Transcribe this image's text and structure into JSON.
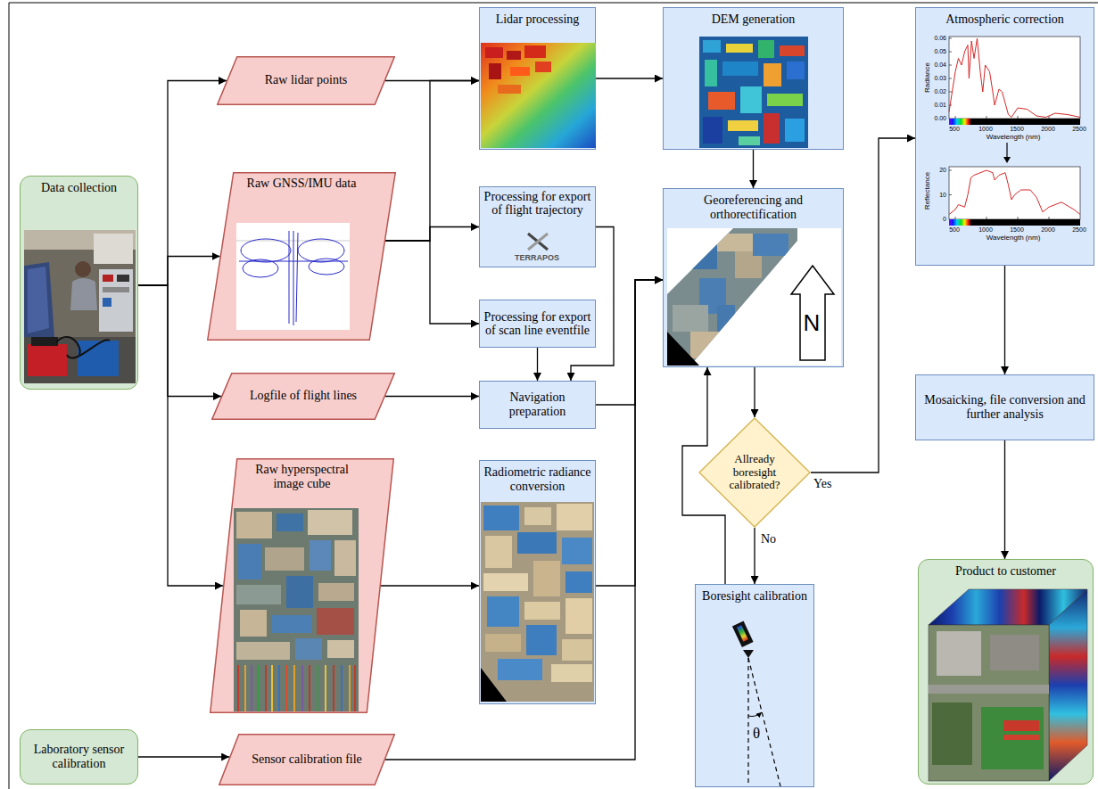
{
  "diagram": {
    "nodes": [
      {
        "text": [
          "Data collection"
        ]
      },
      {
        "text": [
          "Raw lidar points"
        ]
      },
      {
        "text": [
          "Raw GNSS/IMU data"
        ]
      },
      {
        "text": [
          "Logfile of flight lines"
        ]
      },
      {
        "text": [
          "Raw hyperspectral image cube"
        ]
      },
      {
        "text": [
          "Laboratory sensor calibration"
        ]
      },
      {
        "text": [
          "Sensor calibration file"
        ]
      },
      {
        "text": [
          "Lidar processing"
        ]
      },
      {
        "text": [
          "Processing for export of flight trajectory"
        ]
      },
      {
        "text": [
          "Processing for export of scan line eventfile"
        ]
      },
      {
        "text": [
          "Navigation preparation"
        ]
      },
      {
        "text": [
          "Radiometric radiance conversion"
        ]
      },
      {
        "text": [
          "DEM generation"
        ]
      },
      {
        "text": [
          "Georeferencing and orthorectification"
        ]
      },
      {
        "text": [
          "Allready boresight calibrated?"
        ]
      },
      {
        "text": [
          "Boresight calibration"
        ]
      },
      {
        "text": [
          "Atmospheric correction"
        ]
      },
      {
        "text": [
          "Mosaicking, file conversion and further analysis"
        ]
      },
      {
        "text": [
          "Product to customer"
        ]
      }
    ],
    "edges": [
      {
        "from": 0,
        "to": 1,
        "arrow": "to"
      },
      {
        "from": 0,
        "to": 2,
        "arrow": "to"
      },
      {
        "from": 0,
        "to": 3,
        "arrow": "to"
      },
      {
        "from": 0,
        "to": 4,
        "arrow": "to"
      },
      {
        "from": 5,
        "to": 6,
        "arrow": "to"
      },
      {
        "from": 1,
        "to": 7,
        "arrow": "to"
      },
      {
        "from": 2,
        "to": 7,
        "arrow": "to"
      },
      {
        "from": 2,
        "to": 8,
        "arrow": "to"
      },
      {
        "from": 2,
        "to": 9,
        "arrow": "to"
      },
      {
        "from": 3,
        "to": 10,
        "arrow": "to"
      },
      {
        "from": 8,
        "to": 10,
        "arrow": "to"
      },
      {
        "from": 9,
        "to": 10,
        "arrow": "to"
      },
      {
        "from": 4,
        "to": 11,
        "arrow": "to"
      },
      {
        "from": 7,
        "to": 12,
        "arrow": "to"
      },
      {
        "from": 12,
        "to": 13,
        "arrow": "to"
      },
      {
        "from": 10,
        "to": 13,
        "arrow": "to"
      },
      {
        "from": 11,
        "to": 13,
        "arrow": "to"
      },
      {
        "from": 6,
        "to": 13,
        "arrow": "to"
      },
      {
        "from": 13,
        "to": 14,
        "arrow": "to"
      },
      {
        "from": 14,
        "to": 16,
        "label": "Yes",
        "arrow": "to"
      },
      {
        "from": 14,
        "to": 15,
        "label": "No",
        "arrow": "to"
      },
      {
        "from": 15,
        "to": 13,
        "arrow": "to"
      },
      {
        "from": 16,
        "to": 17,
        "arrow": "to"
      },
      {
        "from": 17,
        "to": 18,
        "arrow": "to"
      }
    ],
    "labels": [
      "TERRAPOS",
      "N",
      "θ",
      "Radiance",
      "0.06",
      "0.05",
      "0.04",
      "0.03",
      "0.02",
      "0.01",
      "0.00",
      "Wavelength (nm)",
      "500",
      "1000",
      "1500",
      "2000",
      "2500",
      "Reflectance",
      "20",
      "10",
      "0",
      "Wavelength (nm)",
      "500",
      "1000",
      "1500",
      "2000",
      "2500"
    ]
  }
}
